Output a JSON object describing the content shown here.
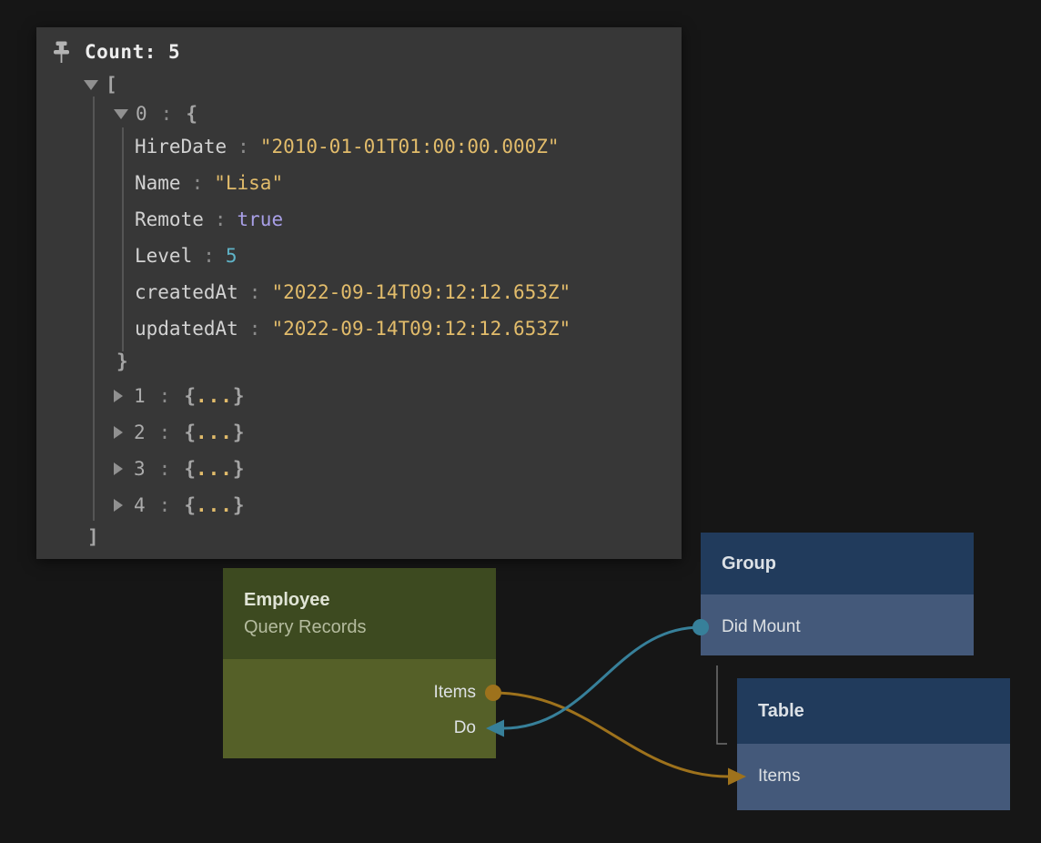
{
  "inspector": {
    "title": "Count: 5",
    "array_open": "[",
    "array_close": "]",
    "object": {
      "index": "0",
      "colon": ":",
      "open": "{",
      "close": "}",
      "fields": [
        {
          "key": "HireDate",
          "colon": ":",
          "value": "\"2010-01-01T01:00:00.000Z\"",
          "type": "string"
        },
        {
          "key": "Name",
          "colon": ":",
          "value": "\"Lisa\"",
          "type": "string"
        },
        {
          "key": "Remote",
          "colon": ":",
          "value": "true",
          "type": "boolean"
        },
        {
          "key": "Level",
          "colon": ":",
          "value": "5",
          "type": "number"
        },
        {
          "key": "createdAt",
          "colon": ":",
          "value": "\"2022-09-14T09:12:12.653Z\"",
          "type": "string"
        },
        {
          "key": "updatedAt",
          "colon": ":",
          "value": "\"2022-09-14T09:12:12.653Z\"",
          "type": "string"
        }
      ]
    },
    "collapsed_items": [
      {
        "index": "1",
        "colon": ":",
        "preview_open": "{",
        "preview_dots": "...",
        "preview_close": "}"
      },
      {
        "index": "2",
        "colon": ":",
        "preview_open": "{",
        "preview_dots": "...",
        "preview_close": "}"
      },
      {
        "index": "3",
        "colon": ":",
        "preview_open": "{",
        "preview_dots": "...",
        "preview_close": "}"
      },
      {
        "index": "4",
        "colon": ":",
        "preview_open": "{",
        "preview_dots": "...",
        "preview_close": "}"
      }
    ]
  },
  "nodes": {
    "employee": {
      "title": "Employee",
      "subtitle": "Query Records",
      "outputs": [
        {
          "label": "Items",
          "connector": "data-out"
        },
        {
          "label": "Do",
          "connector": "signal-in"
        }
      ]
    },
    "group": {
      "title": "Group",
      "ports": [
        {
          "label": "Did Mount",
          "connector": "signal-out"
        }
      ]
    },
    "table": {
      "title": "Table",
      "ports": [
        {
          "label": "Items",
          "connector": "data-in"
        }
      ]
    }
  },
  "colors": {
    "connection_signal": "#37809a",
    "connection_data": "#9e721c",
    "string_value": "#e2bc6b",
    "boolean_value": "#a89fe6",
    "number_value": "#5fb3c7",
    "node_green_header": "#3d4a20",
    "node_green_body": "#556028",
    "node_blue_header": "#213b5c",
    "node_blue_body": "#44597a",
    "panel_bg": "#373737"
  }
}
